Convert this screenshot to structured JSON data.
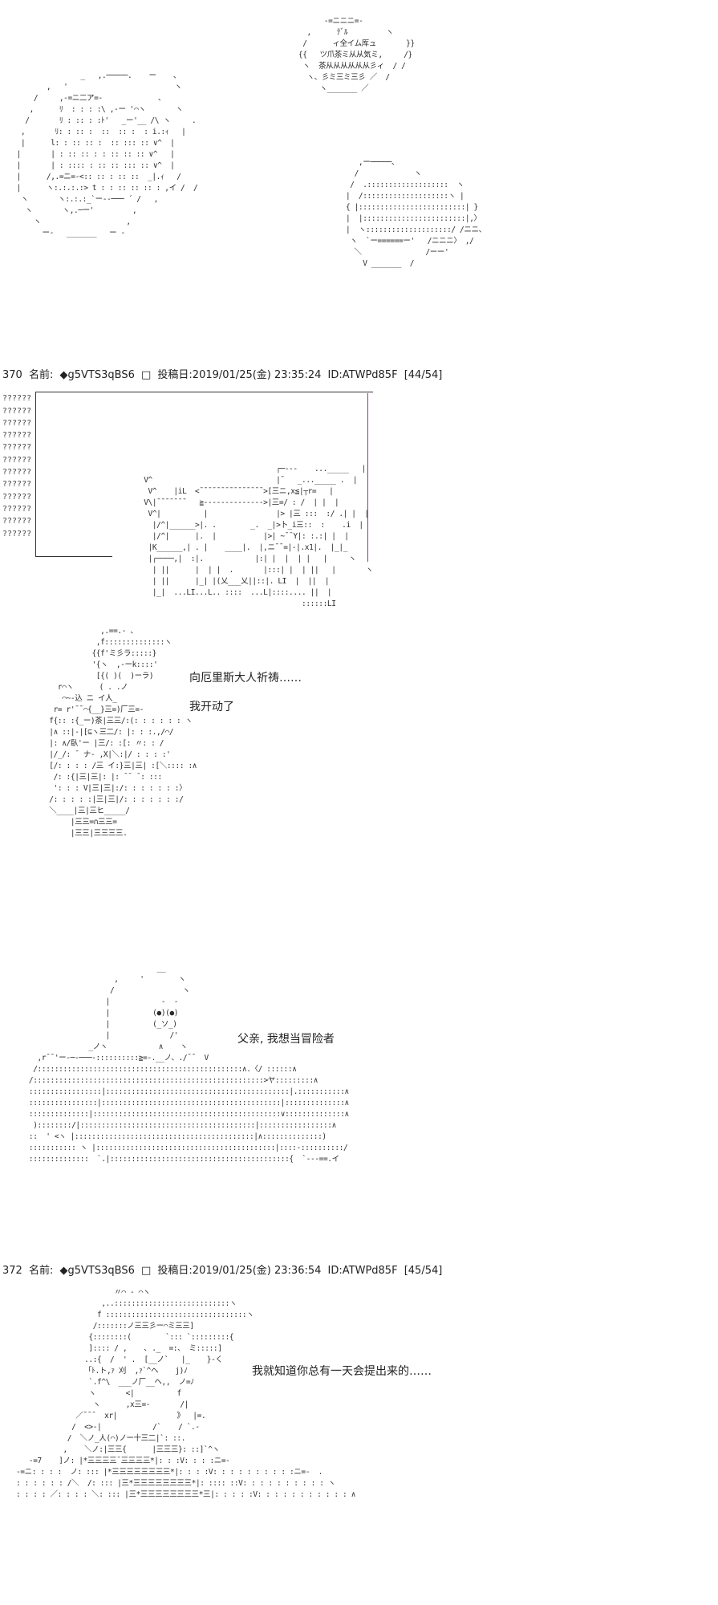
{
  "posts": [
    {
      "number": "370",
      "name_label": "名前:",
      "trip": "◆g5VTS3qBS6",
      "icon": "□",
      "date_label": "投稿日:2019/01/25(金) 23:35:24",
      "id": "ID:ATWPd85F",
      "counter": "[44/54]"
    },
    {
      "number": "372",
      "name_label": "名前:",
      "trip": "◆g5VTS3qBS6",
      "icon": "□",
      "date_label": "投稿日:2019/01/25(金) 23:36:54",
      "id": "ID:ATWPd85F",
      "counter": "[45/54]"
    }
  ],
  "dialogues": [
    {
      "text": "向厄里斯大人祈祷……"
    },
    {
      "text": "我开动了"
    },
    {
      "text": "父亲, 我想当冒险者"
    },
    {
      "text": "我就知道你总有一天会提出来的……"
    }
  ],
  "margin_text": "??????"
}
